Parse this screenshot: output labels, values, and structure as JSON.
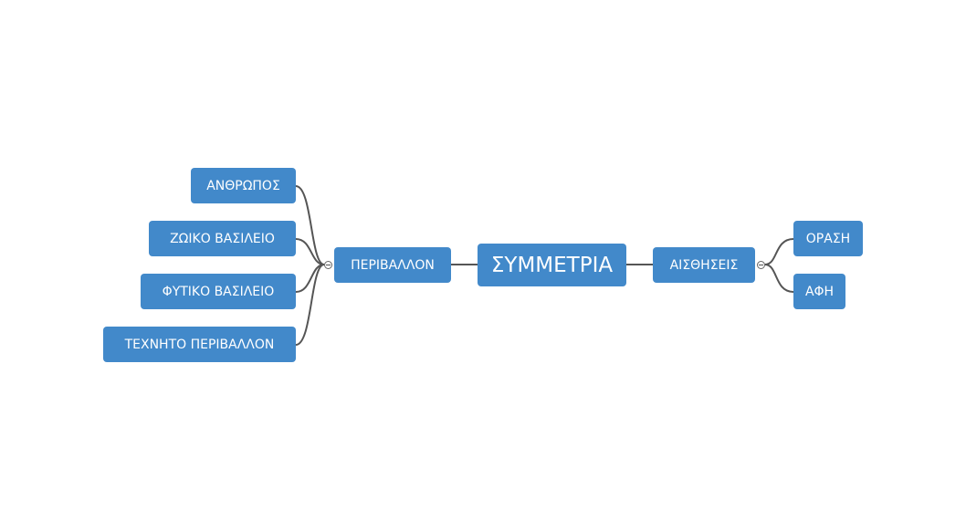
{
  "root": {
    "label": "ΣΥΜΜΕΤΡΙΑ"
  },
  "left_branch": {
    "label": "ΠΕΡΙΒΑΛΛΟΝ",
    "children": [
      "ΑΝΘΡΩΠΟΣ",
      "ΖΩΙΚΟ ΒΑΣΙΛΕΙΟ",
      "ΦΥΤΙΚΟ ΒΑΣΙΛΕΙΟ",
      "ΤΕΧΝΗΤΟ ΠΕΡΙΒΑΛΛΟΝ"
    ]
  },
  "right_branch": {
    "label": "ΑΙΣΘΗΣΕΙΣ",
    "children": [
      "ΟΡΑΣΗ",
      "ΑΦΗ"
    ]
  },
  "colors": {
    "node": "#4289ca",
    "line": "#555555"
  }
}
